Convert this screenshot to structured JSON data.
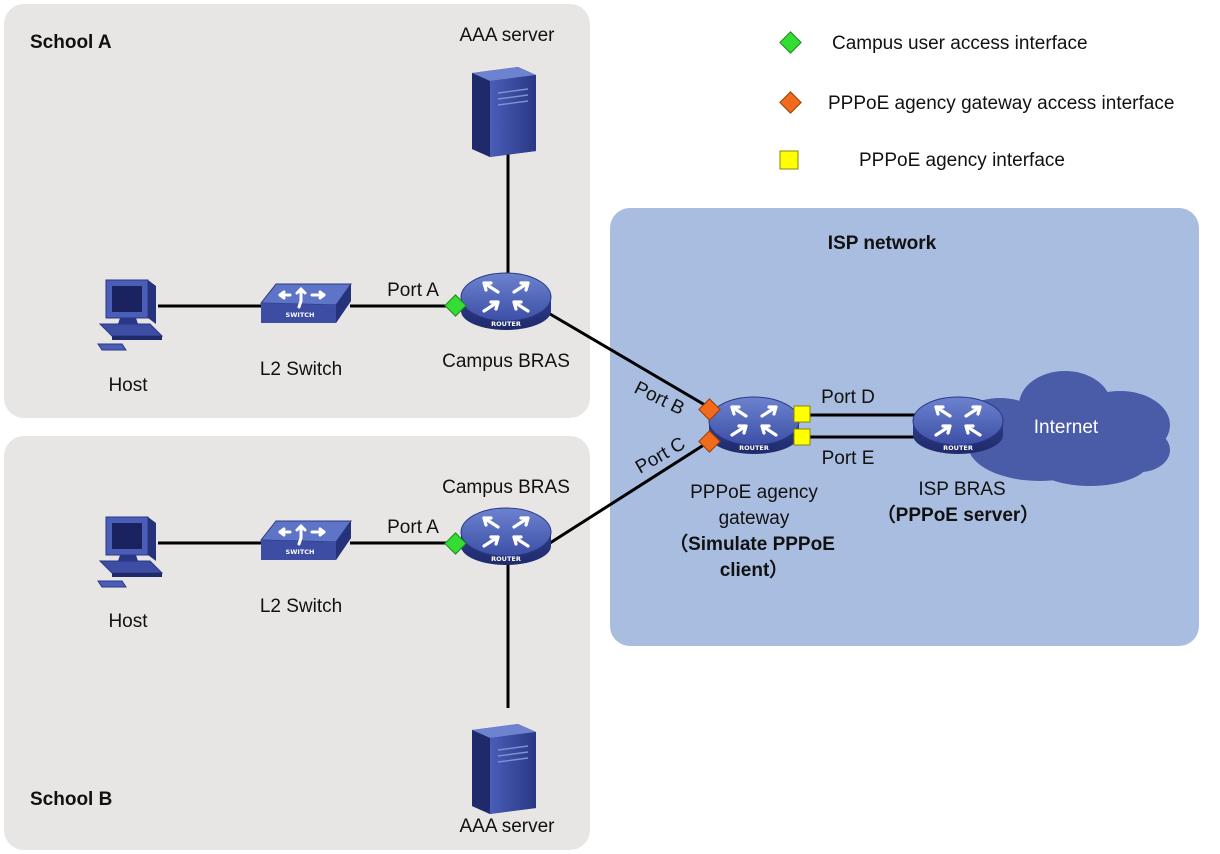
{
  "regions": {
    "school_a": "School A",
    "school_b": "School B",
    "isp": "ISP network"
  },
  "legend": [
    {
      "shape": "diamond",
      "color": "#33dd33",
      "text": "Campus user access interface"
    },
    {
      "shape": "diamond",
      "color": "#f26a1b",
      "text": "PPPoE agency gateway access interface"
    },
    {
      "shape": "square",
      "color": "#ffff00",
      "text": "PPPoE agency interface"
    }
  ],
  "devices": {
    "aaa_a": {
      "icon": "server-icon",
      "label": "AAA server"
    },
    "host_a": {
      "icon": "pc-icon",
      "label": "Host"
    },
    "switch_a": {
      "icon": "switch-icon",
      "label": "L2 Switch",
      "badge": "SWITCH"
    },
    "bras_a": {
      "icon": "router-icon",
      "label": "Campus BRAS",
      "badge": "ROUTER"
    },
    "host_b": {
      "icon": "pc-icon",
      "label": "Host"
    },
    "switch_b": {
      "icon": "switch-icon",
      "label": "L2 Switch",
      "badge": "SWITCH"
    },
    "bras_b": {
      "icon": "router-icon",
      "label": "Campus BRAS",
      "badge": "ROUTER"
    },
    "aaa_b": {
      "icon": "server-icon",
      "label": "AAA server"
    },
    "gateway": {
      "icon": "router-icon",
      "badge": "ROUTER",
      "lines": [
        "PPPoE agency",
        "gateway",
        "（Simulate PPPoE",
        "client）"
      ]
    },
    "isp_bras": {
      "icon": "router-icon",
      "badge": "ROUTER",
      "lines": [
        "ISP BRAS",
        "（PPPoE server）"
      ]
    },
    "internet": {
      "icon": "cloud-icon",
      "label": "Internet"
    }
  },
  "ports": {
    "port_a_1": "Port A",
    "port_a_2": "Port A",
    "port_b": "Port B",
    "port_c": "Port C",
    "port_d": "Port D",
    "port_e": "Port E"
  }
}
